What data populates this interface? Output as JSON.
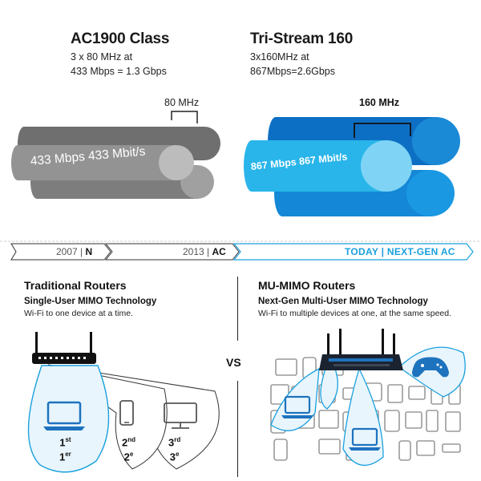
{
  "ac1900": {
    "title": "AC1900 Class",
    "line1": "3 x 80 MHz at",
    "line2": "433 Mbps = 1.3 Gbps",
    "band_label": "80 MHz",
    "pipe_label": "433 Mbps  433 Mbit/s"
  },
  "tristream": {
    "title": "Tri-Stream 160",
    "line1": "3x160MHz at",
    "line2": "867Mbps=2.6Gbps",
    "band_label": "160 MHz",
    "pipe_label": "867 Mbps  867 Mbit/s"
  },
  "timeline": {
    "n_year": "2007",
    "n_code": "N",
    "ac_year": "2013",
    "ac_code": "AC",
    "today": "TODAY | NEXT-GEN AC"
  },
  "traditional": {
    "title": "Traditional Routers",
    "subtitle": "Single-User MIMO Technology",
    "desc": "Wi-Fi to one device at a time.",
    "ranks": [
      {
        "num": "1",
        "sup1": "st",
        "sup2": "er"
      },
      {
        "num": "2",
        "sup1": "nd",
        "sup2": "e"
      },
      {
        "num": "3",
        "sup1": "rd",
        "sup2": "e"
      }
    ]
  },
  "vs_label": "VS",
  "mumimo": {
    "title": "MU-MIMO Routers",
    "subtitle": "Next-Gen Multi-User MIMO Technology",
    "desc": "Wi-Fi to multiple devices at one, at the same speed."
  },
  "colors": {
    "gray_dark": "#7a7a7a",
    "gray_light": "#a8a8a8",
    "blue_light": "#29b5ea",
    "blue_dark": "#0d6fc4",
    "accent": "#1aa0de",
    "device_blue": "#1e73be"
  }
}
